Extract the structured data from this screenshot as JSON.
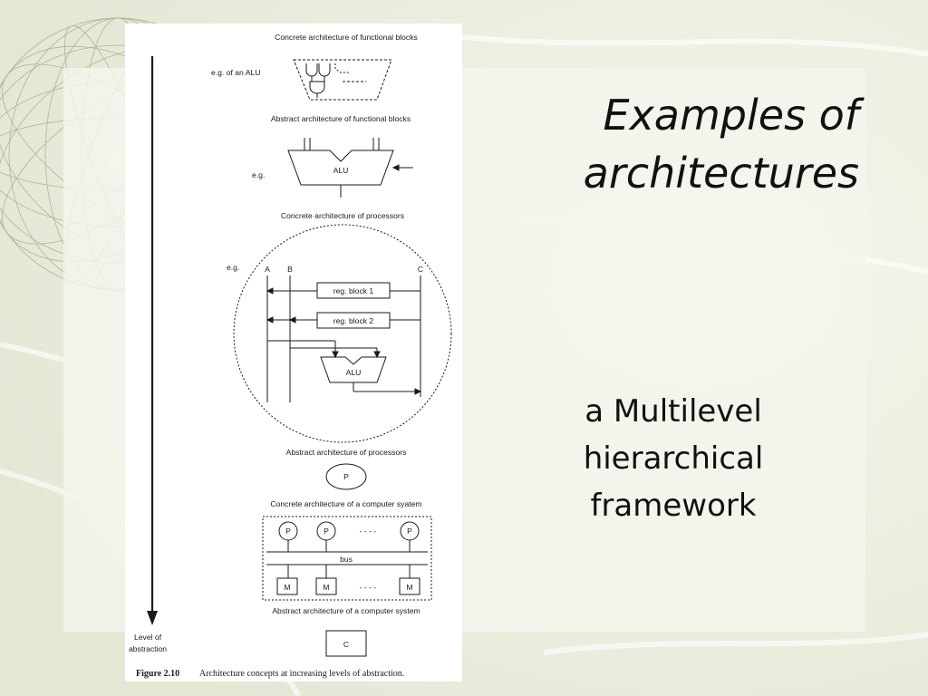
{
  "slide": {
    "title_lines": [
      "Examples of",
      "architectures"
    ],
    "subtitle_lines": [
      "a Multilevel",
      "hierarchical",
      "framework"
    ]
  },
  "figure": {
    "level1_heading": "Concrete architecture of functional blocks",
    "level1_example": "e.g. of an ALU",
    "level2_heading": "Abstract architecture of functional blocks",
    "level2_example": "e.g.",
    "alu_label": "ALU",
    "level3_heading": "Concrete architecture of processors",
    "level3_example": "e.g.",
    "bus_a": "A",
    "bus_b": "B",
    "bus_c": "C",
    "reg_block_1": "reg. block 1",
    "reg_block_2": "reg. block 2",
    "alu_label_2": "ALU",
    "level4_heading": "Abstract architecture of processors",
    "processor_label": "P",
    "level5_heading": "Concrete architecture of a computer syatem",
    "proc_1": "P",
    "proc_2": "P",
    "proc_n": "P",
    "dashes_top": "- - - -",
    "bus_label": "bus",
    "mem_1": "M",
    "mem_2": "M",
    "mem_n": "M",
    "dashes_bottom": "- - - -",
    "level6_heading": "Abstract architecture of a computer system",
    "system_label": "C",
    "axis_label_line1": "Level of",
    "axis_label_line2": "abstraction",
    "caption_number": "Figure 2.10",
    "caption_text": "Architecture concepts at increasing levels of abstraction."
  },
  "colors": {
    "background": "#f0f2e6",
    "globe_lines": "#9aa57a",
    "text": "#111111"
  }
}
